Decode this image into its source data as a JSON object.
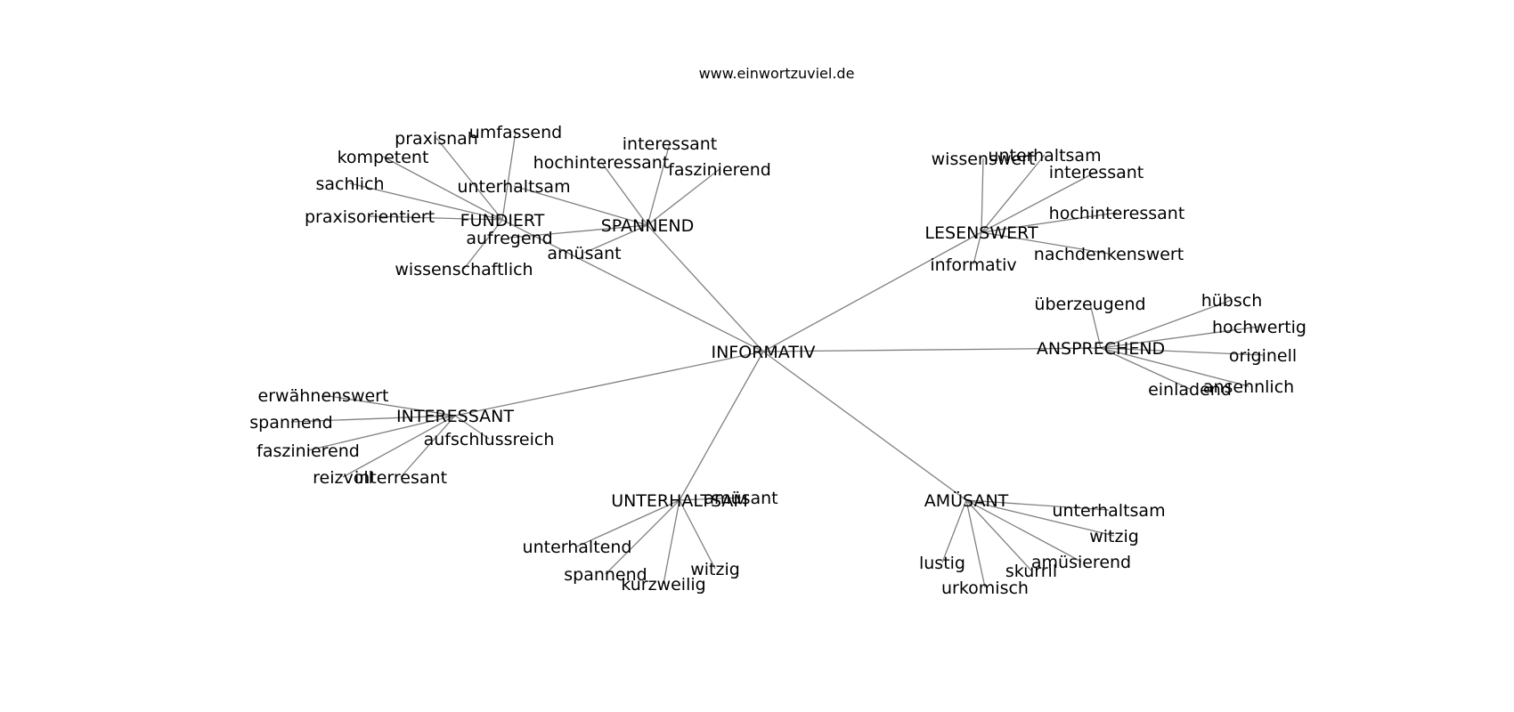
{
  "header": {
    "site": "www.einwortzuviel.de"
  },
  "graph": {
    "root": "INFORMATIV",
    "clusters": [
      {
        "label": "FUNDIERT",
        "leaves": [
          "umfassend",
          "praxisnah",
          "kompetent",
          "sachlich",
          "praxisorientiert",
          "wissenschaftlich"
        ]
      },
      {
        "label": "SPANNEND",
        "leaves": [
          "interessant",
          "hochinteressant",
          "faszinierend",
          "unterhaltsam",
          "aufregend",
          "amüsant"
        ]
      },
      {
        "label": "LESENSWERT",
        "leaves": [
          "wissenswert",
          "unterhaltsam",
          "interessant",
          "hochinteressant",
          "nachdenkenswert",
          "informativ"
        ]
      },
      {
        "label": "ANSPRECHEND",
        "leaves": [
          "überzeugend",
          "hübsch",
          "hochwertig",
          "originell",
          "ansehnlich",
          "einladend"
        ]
      },
      {
        "label": "INTERESSANT",
        "leaves": [
          "erwähnenswert",
          "spannend",
          "faszinierend",
          "reizvoll",
          "interresant",
          "aufschlussreich"
        ]
      },
      {
        "label": "UNTERHALTSAM",
        "leaves": [
          "amüsant",
          "unterhaltend",
          "spannend",
          "kurzweilig",
          "witzig"
        ]
      },
      {
        "label": "AMÜSANT",
        "leaves": [
          "unterhaltsam",
          "witzig",
          "amüsierend",
          "skurril",
          "urkomisch",
          "lustig"
        ]
      }
    ]
  }
}
